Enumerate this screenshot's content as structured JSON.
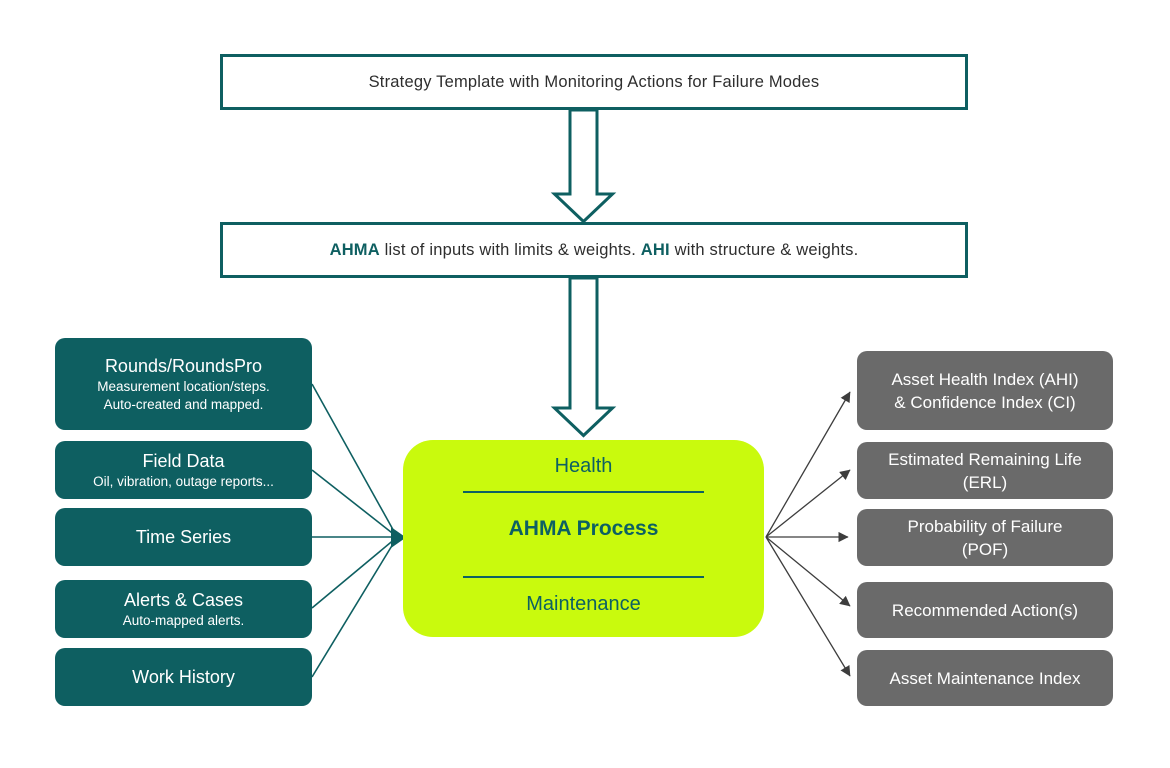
{
  "colors": {
    "teal": "#0e5f61",
    "lime": "#c9fa0d",
    "gray_box": "#6a6a6a",
    "arrow_dark": "#3d3d3d",
    "text_dark": "#2e2e2e"
  },
  "top_banner": {
    "text": "Strategy Template with Monitoring Actions for Failure Modes"
  },
  "config_banner": {
    "bold1": "AHMA",
    "mid1": " list of inputs with limits & weights. ",
    "bold2": "AHI",
    "mid2": " with structure & weights."
  },
  "center": {
    "top_label": "Health",
    "title": "AHMA Process",
    "bottom_label": "Maintenance"
  },
  "inputs": [
    {
      "title": "Rounds/RoundsPro",
      "subtitle1": "Measurement location/steps.",
      "subtitle2": "Auto-created and mapped."
    },
    {
      "title": "Field Data",
      "subtitle1": "Oil, vibration, outage reports..."
    },
    {
      "title": "Time Series"
    },
    {
      "title": "Alerts & Cases",
      "subtitle1": "Auto-mapped alerts."
    },
    {
      "title": "Work History"
    }
  ],
  "outputs": [
    {
      "line1": "Asset Health Index (AHI)",
      "line2": "& Confidence Index (CI)"
    },
    {
      "line1": "Estimated Remaining Life",
      "line2": "(ERL)"
    },
    {
      "line1": "Probability of Failure",
      "line2": "(POF)"
    },
    {
      "line1": "Recommended Action(s)"
    },
    {
      "line1": "Asset Maintenance Index"
    }
  ]
}
